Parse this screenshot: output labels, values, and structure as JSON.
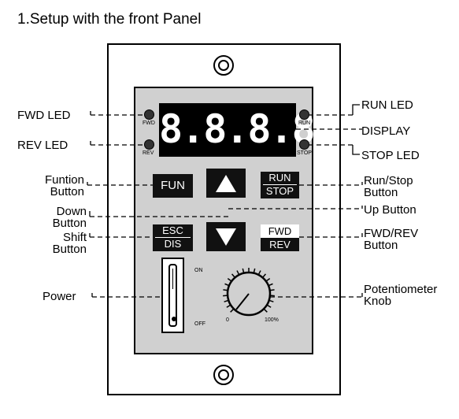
{
  "title": "1.Setup with the front Panel",
  "display": {
    "digits": "8.8.8.8."
  },
  "panel": {
    "led_fwd": "FWD",
    "led_rev": "REV",
    "led_run": "RUN",
    "led_stop": "STOP",
    "fun_button": "FUN",
    "run_stop_top": "RUN",
    "run_stop_bottom": "STOP",
    "esc_dis_top": "ESC",
    "esc_dis_bottom": "DIS",
    "fwd_rev_top": "FWD",
    "fwd_rev_bottom": "REV",
    "power_on": "ON",
    "power_off": "OFF",
    "knob_min": "0",
    "knob_max": "100%"
  },
  "callouts": {
    "fwd_led": "FWD LED",
    "rev_led": "REV LED",
    "function_button_1": "Funtion",
    "function_button_2": "Button",
    "down_button_1": "Down",
    "down_button_2": "Button",
    "shift_button_1": "Shift",
    "shift_button_2": "Button",
    "power": "Power",
    "run_led": "RUN LED",
    "display": "DISPLAY",
    "stop_led": "STOP LED",
    "run_stop_button_1": "Run/Stop",
    "run_stop_button_2": "Button",
    "up_button": "Up Button",
    "fwd_rev_button_1": "FWD/REV",
    "fwd_rev_button_2": "Button",
    "pot_knob_1": "Potentiometer",
    "pot_knob_2": "Knob"
  }
}
